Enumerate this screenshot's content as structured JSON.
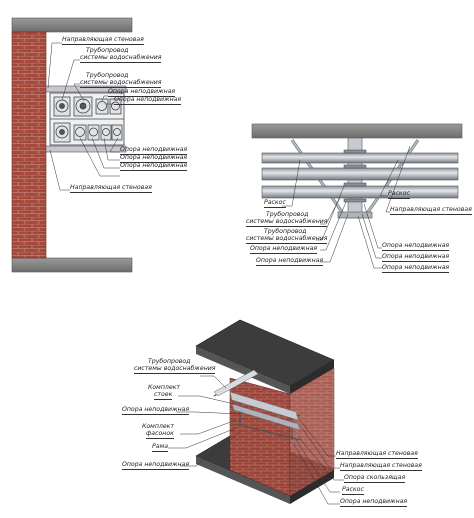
{
  "diagram1": {
    "labels": {
      "guide_top": "Направляющая стеновая",
      "pipe_1": "Трубопровод",
      "pipe_2": "системы водоснабжения",
      "pipe_b1": "Трубопровод",
      "pipe_b2": "системы водоснабжения",
      "fixed_1": "Опора неподвижная",
      "fixed_2": "Опора неподвижная",
      "fixed_3": "Опора неподвижная",
      "fixed_4": "Опора неподвижная",
      "fixed_5": "Опора неподвижная",
      "guide_bottom": "Направляющая стеновая"
    }
  },
  "diagram2": {
    "labels": {
      "brace_left": "Раскос",
      "brace_right": "Раскос",
      "guide": "Направляющая стеновая",
      "pipe_1": "Трубопровод",
      "pipe_2": "системы водоснабжения",
      "pipe_b1": "Трубопровод",
      "pipe_b2": "системы водоснабжения",
      "fixed_l1": "Опора неподвижная",
      "fixed_l2": "Опора неподвижная",
      "fixed_r1": "Опора неподвижная",
      "fixed_r2": "Опора неподвижная",
      "fixed_r3": "Опора неподвижная"
    }
  },
  "diagram3": {
    "labels": {
      "pipe_1": "Трубопровод",
      "pipe_2": "системы водоснабжения",
      "posts_1": "Комплект",
      "posts_2": "стоек",
      "fixed_1": "Опора неподвижная",
      "gussets_1": "Комплект",
      "gussets_2": "фасонок",
      "frame": "Рама",
      "fixed_2": "Опора неподвижная",
      "guide_1": "Направляющая стеновая",
      "guide_2": "Направляющая стеновая",
      "sliding": "Опора скользящая",
      "brace": "Раскос",
      "fixed_3": "Опора неподвижная"
    }
  },
  "colors": {
    "brick": "#a5493d",
    "brick_dark": "#7a3228",
    "mortar": "#c9a39a",
    "concrete": "#8a8a8a",
    "concrete_dark": "#3e3e3e",
    "steel": "#b9bdc4",
    "steel_dark": "#6f757d"
  }
}
